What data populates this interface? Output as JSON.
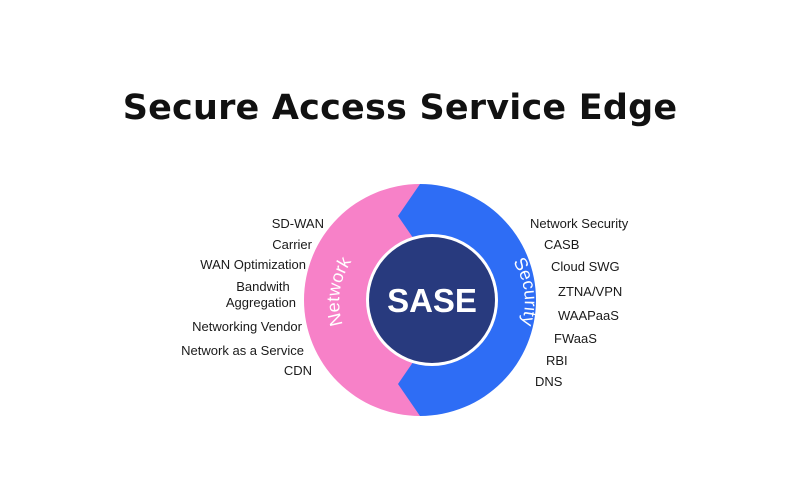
{
  "title": "Secure Access Service Edge",
  "center_label": "SASE",
  "network_label": "Network",
  "security_label": "Security",
  "network_items": [
    "SD-WAN",
    "Carrier",
    "WAN Optimization",
    "Bandwith",
    "Aggregation",
    "Networking Vendor",
    "Network as a Service",
    "CDN"
  ],
  "security_items": [
    "Network Security",
    "CASB",
    "Cloud SWG",
    "ZTNA/VPN",
    "WAAPaaS",
    "FWaaS",
    "RBI",
    "DNS"
  ],
  "colors": {
    "network": "#f781c8",
    "security": "#2e6df5",
    "center": "#283a7e",
    "center_ring": "#ffffff",
    "text": "#1a1a1a"
  }
}
